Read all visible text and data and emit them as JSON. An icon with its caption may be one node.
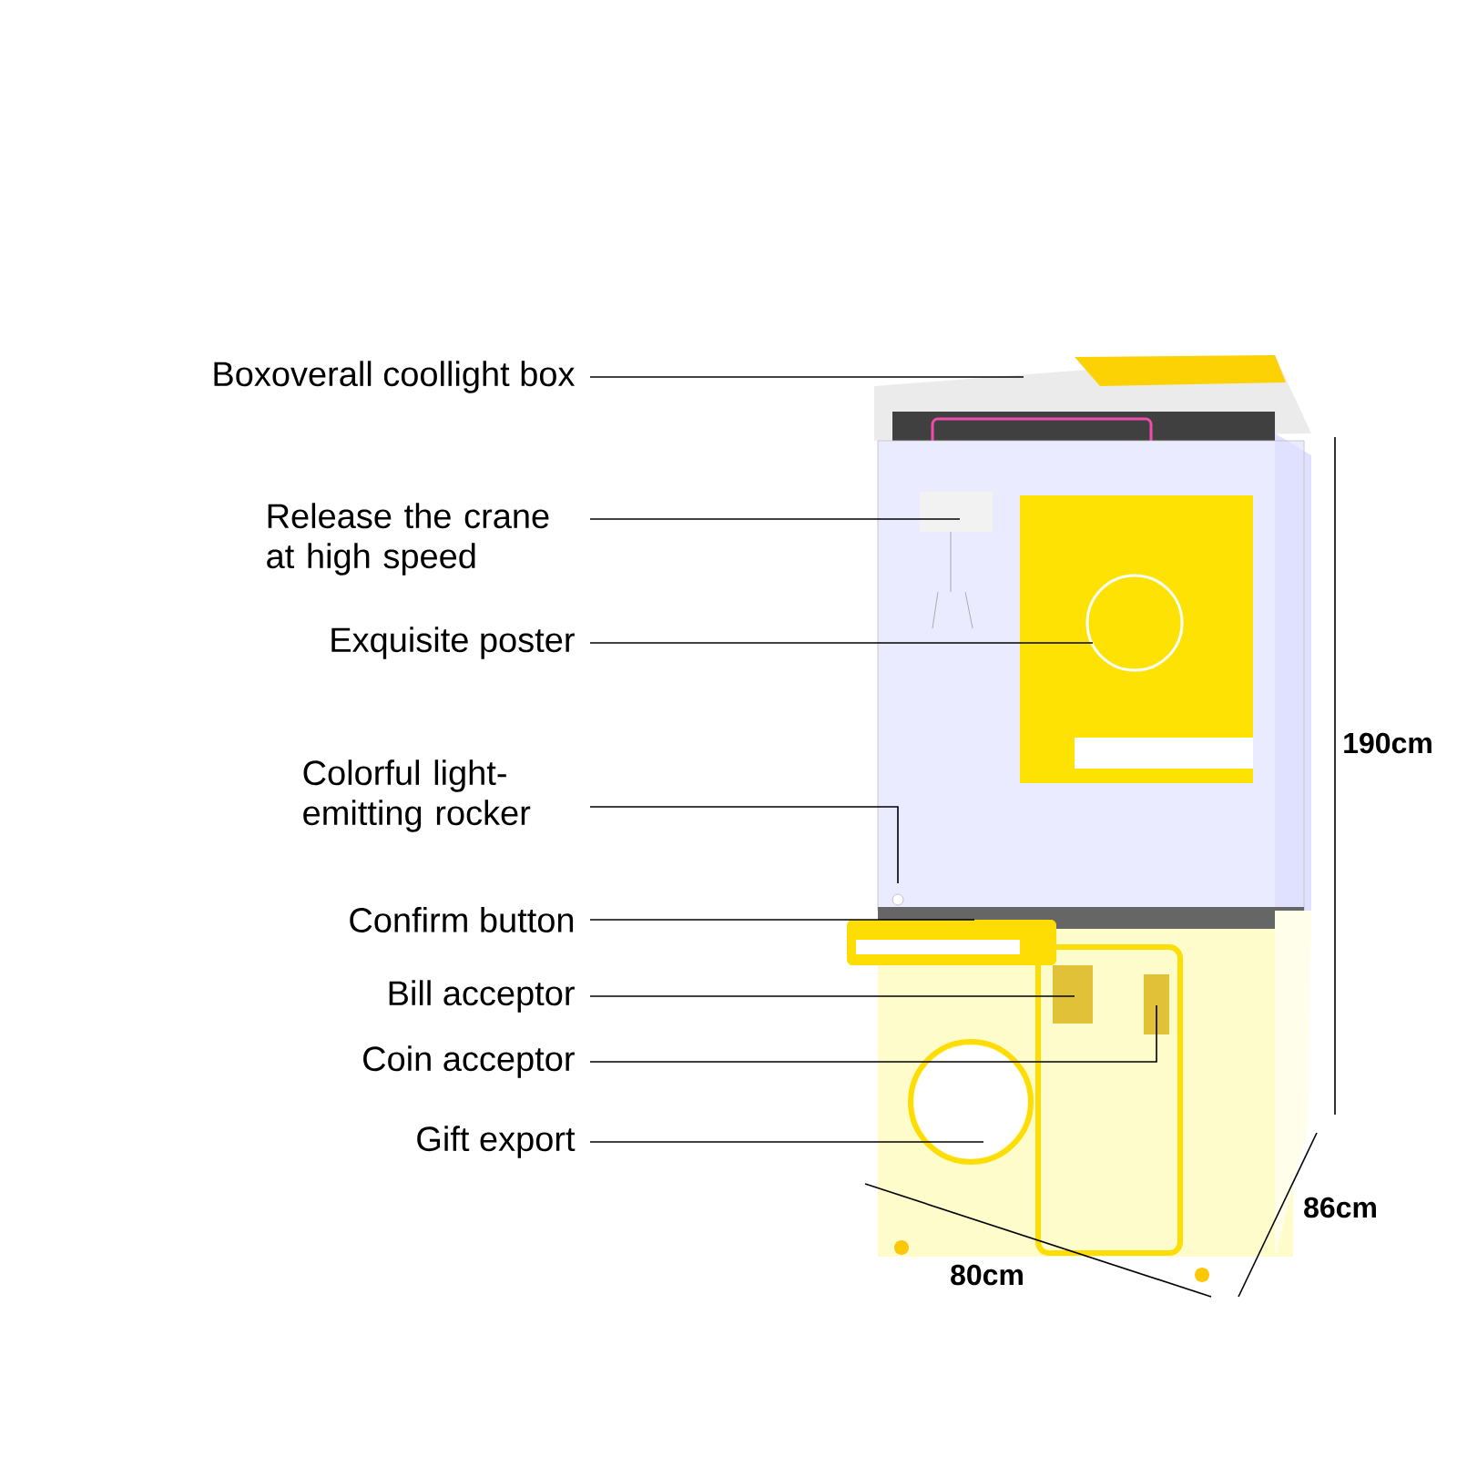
{
  "diagram": {
    "nodes": [
      {
        "text": [
          "Boxoverall coollight box"
        ]
      },
      {
        "text": [
          "Release the crane at high speed"
        ]
      },
      {
        "text": [
          "Exquisite poster"
        ]
      },
      {
        "text": [
          "Colorful light-emitting rocker"
        ]
      },
      {
        "text": [
          "Confirm button"
        ]
      },
      {
        "text": [
          "Bill acceptor"
        ]
      },
      {
        "text": [
          "Coin acceptor"
        ]
      },
      {
        "text": [
          "Gift export"
        ]
      }
    ],
    "edges": [
      {
        "from": 0,
        "to": null,
        "arrow": "none"
      },
      {
        "from": 1,
        "to": null,
        "arrow": "none"
      },
      {
        "from": 2,
        "to": null,
        "arrow": "none"
      },
      {
        "from": 3,
        "to": null,
        "arrow": "none"
      },
      {
        "from": 4,
        "to": null,
        "arrow": "none"
      },
      {
        "from": 5,
        "to": null,
        "arrow": "none"
      },
      {
        "from": 6,
        "to": null,
        "arrow": "none"
      },
      {
        "from": 7,
        "to": null,
        "arrow": "none"
      }
    ],
    "labels": [
      "190cm",
      "86cm",
      "80cm"
    ]
  }
}
